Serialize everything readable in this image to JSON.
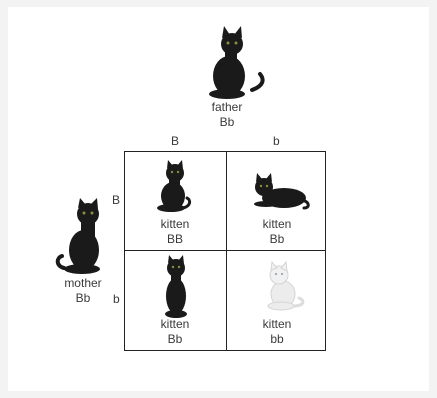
{
  "father": {
    "label": "father",
    "genotype": "Bb"
  },
  "mother": {
    "label": "mother",
    "genotype": "Bb"
  },
  "father_alleles": [
    "B",
    "b"
  ],
  "mother_alleles": [
    "B",
    "b"
  ],
  "cells": [
    {
      "label": "kitten",
      "genotype": "BB",
      "coat": "black",
      "pose": "sitting"
    },
    {
      "label": "kitten",
      "genotype": "Bb",
      "coat": "black",
      "pose": "lying"
    },
    {
      "label": "kitten",
      "genotype": "Bb",
      "coat": "black",
      "pose": "standing"
    },
    {
      "label": "kitten",
      "genotype": "bb",
      "coat": "white",
      "pose": "sitting"
    }
  ],
  "colors": {
    "black_cat": "#1a1a1a",
    "white_cat": "#ececec",
    "grid": "#222222",
    "background": "#f3f3f3"
  }
}
